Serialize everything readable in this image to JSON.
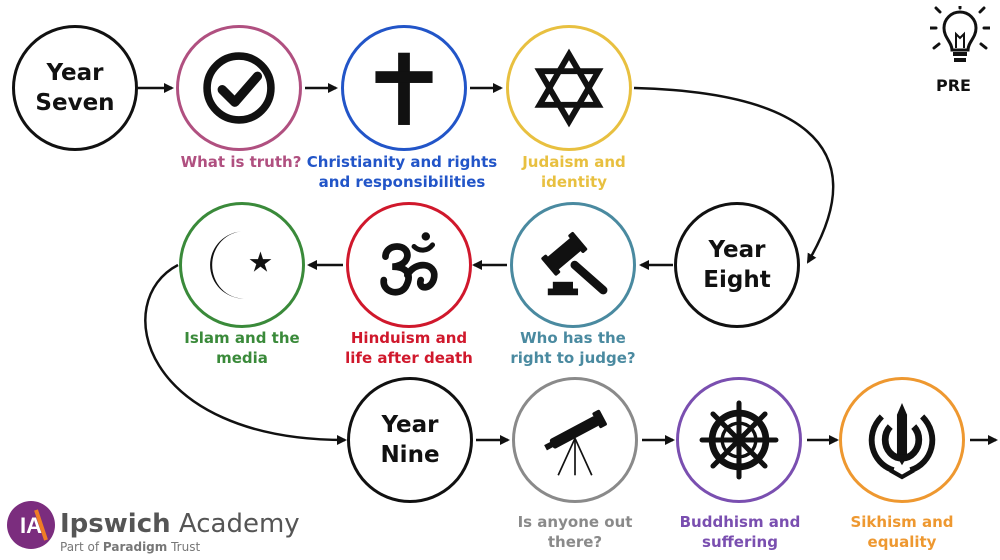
{
  "title": "",
  "years": [
    {
      "line1": "Year",
      "line2": "Seven"
    },
    {
      "line1": "Year",
      "line2": "Eight"
    },
    {
      "line1": "Year",
      "line2": "Nine"
    }
  ],
  "topics": [
    {
      "line1": "What is truth?",
      "line2": "",
      "color": "#b05080",
      "icon": "check-icon"
    },
    {
      "line1": "Christianity and rights",
      "line2": "and responsibilities",
      "color": "#2255c8",
      "icon": "cross-icon"
    },
    {
      "line1": "Judaism and",
      "line2": "identity",
      "color": "#e8c040",
      "icon": "star-of-david-icon"
    },
    {
      "line1": "Who has the",
      "line2": "right to judge?",
      "color": "#4a8aa0",
      "icon": "gavel-icon"
    },
    {
      "line1": "Hinduism and",
      "line2": "life after death",
      "color": "#d0182c",
      "icon": "om-icon"
    },
    {
      "line1": "Islam and the",
      "line2": "media",
      "color": "#3a8a3a",
      "icon": "crescent-star-icon"
    },
    {
      "line1": "Is anyone out",
      "line2": "there?",
      "color": "#8a8a8a",
      "icon": "telescope-icon"
    },
    {
      "line1": "Buddhism and",
      "line2": "suffering",
      "color": "#7a4fb0",
      "icon": "dharma-wheel-icon"
    },
    {
      "line1": "Sikhism and",
      "line2": "equality",
      "color": "#ee9830",
      "icon": "khanda-icon"
    }
  ],
  "badge": {
    "label": "PRE",
    "icon": "lightbulb-icon"
  },
  "logo": {
    "brand_bold": "Ipswich",
    "brand_light": "Academy",
    "tagline_pre": "Part of ",
    "tagline_bold": "Paradigm",
    "tagline_post": " Trust",
    "mark": "IA"
  },
  "colors": {
    "ink": "#111111",
    "logo_purple": "#7b2d7e",
    "logo_orange": "#ef7d25",
    "logo_gray": "#555555"
  }
}
